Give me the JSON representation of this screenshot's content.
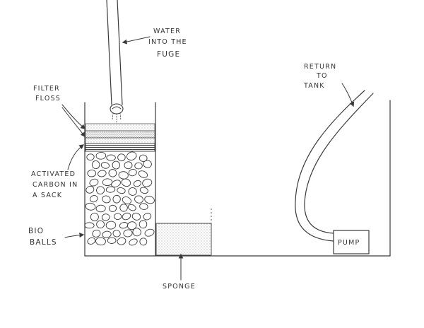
{
  "labels": {
    "water_line1": "WATER",
    "water_line2": "INTO THE",
    "water_line3": "FUGE",
    "filter_line1": "FILTER",
    "filter_line2": "FLOSS",
    "carbon_line1": "ACTIVATED",
    "carbon_line2": "CARBON IN",
    "carbon_line3": "A SACK",
    "bio_line1": "BIO",
    "bio_line2": "BALLS",
    "sponge": "SPONGE",
    "return_line1": "RETURN",
    "return_line2": "TO",
    "return_line3": "TANK",
    "pump": "PUMP"
  }
}
